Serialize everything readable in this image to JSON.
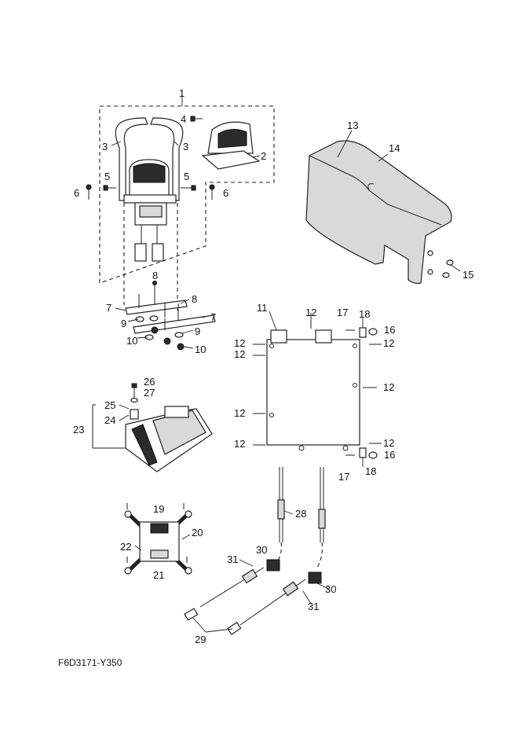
{
  "diagram_code": "F6D3171-Y350",
  "callouts": [
    "1",
    "2",
    "3",
    "4",
    "5",
    "6",
    "7",
    "8",
    "9",
    "10",
    "11",
    "12",
    "13",
    "14",
    "15",
    "16",
    "17",
    "18",
    "19",
    "20",
    "21",
    "22",
    "23",
    "24",
    "25",
    "26",
    "27",
    "28",
    "29",
    "30",
    "31"
  ]
}
